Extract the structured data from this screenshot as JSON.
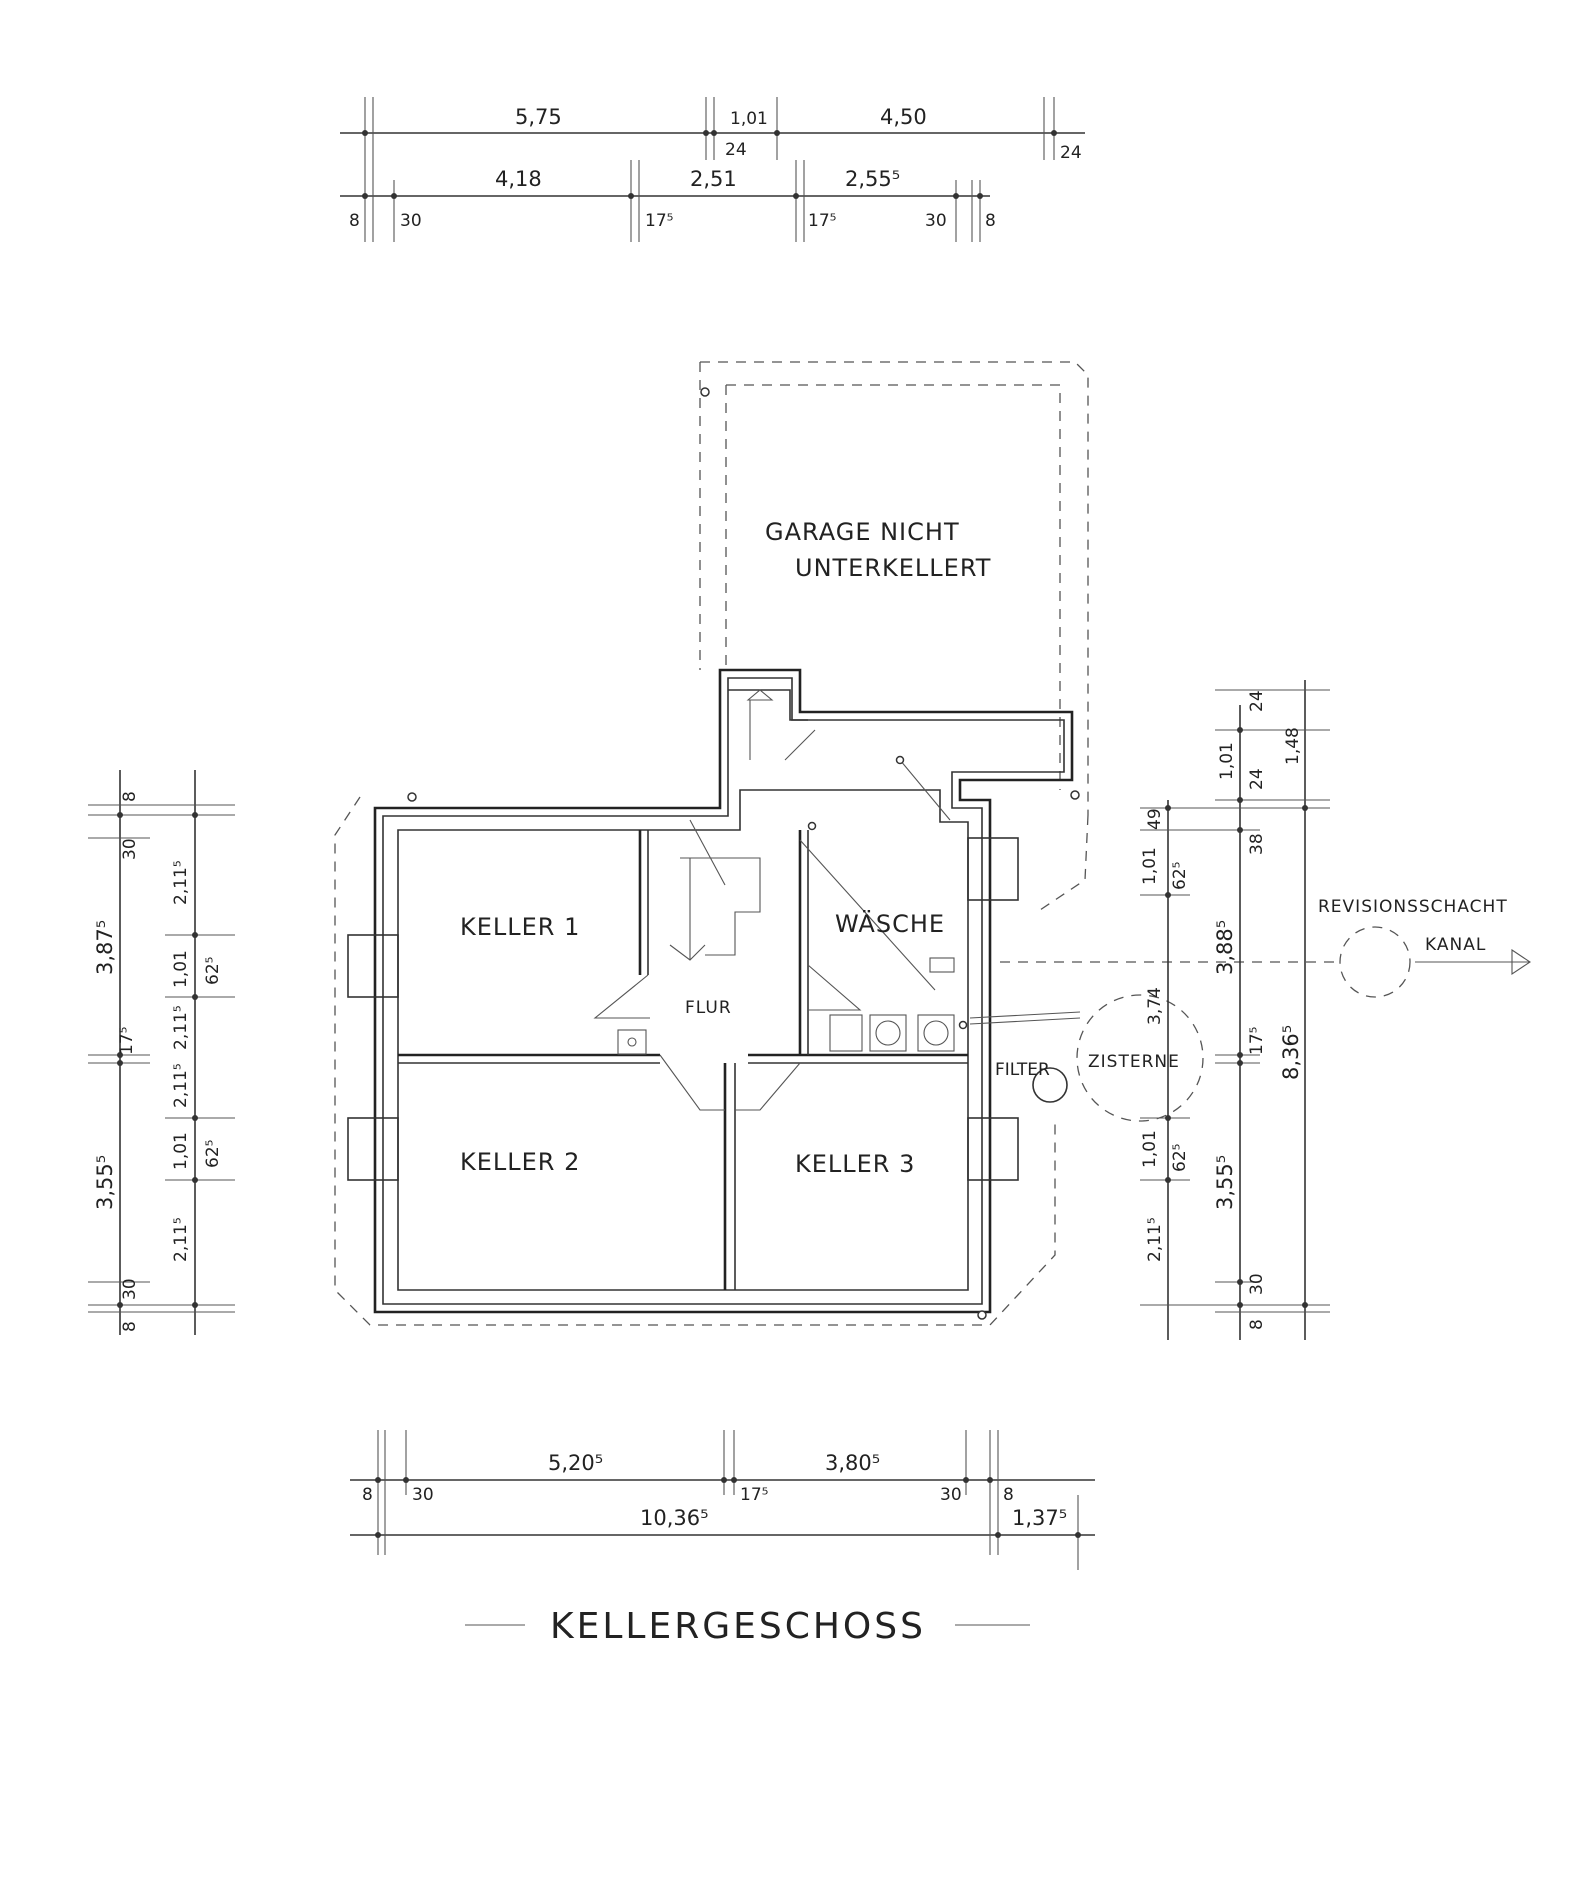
{
  "title": "KELLERGESCHOSS",
  "rooms": {
    "garage": [
      "GARAGE NICHT",
      "UNTERKELLERT"
    ],
    "keller1": "KELLER 1",
    "keller2": "KELLER 2",
    "keller3": "KELLER 3",
    "waesche": "WÄSCHE",
    "flur": "FLUR"
  },
  "outside": {
    "revision": "REVISIONSSCHACHT",
    "kanal": "KANAL",
    "zisterne": "ZISTERNE",
    "filter": "FILTER"
  },
  "dims_top": {
    "r1": [
      "5,75",
      "1,01",
      "4,50"
    ],
    "r1_small": [
      "24",
      "24"
    ],
    "r2": [
      "4,18",
      "2,51",
      "2,55⁵"
    ],
    "r2_small": [
      "8",
      "30",
      "17⁵",
      "17⁵",
      "30",
      "8"
    ]
  },
  "dims_left": {
    "outer": [
      "3,87⁵",
      "17⁵",
      "3,55⁵"
    ],
    "inner": [
      "2,11⁵",
      "1,01",
      "2,11⁵",
      "2,11⁵",
      "1,01",
      "2,11⁵"
    ],
    "small": [
      "8",
      "30",
      "62⁵",
      "62⁵",
      "30",
      "8"
    ]
  },
  "dims_right_inner": [
    "49",
    "1,01",
    "62⁵",
    "3,74",
    "1,01",
    "62⁵",
    "2,11⁵"
  ],
  "dims_right_outer": [
    "24",
    "1,01",
    "24",
    "1,48",
    "38",
    "3,88⁵",
    "17⁵",
    "8,36⁵",
    "3,55⁵",
    "30",
    "8"
  ],
  "dims_bottom": {
    "r1": [
      "5,20⁵",
      "3,80⁵"
    ],
    "r1_small": [
      "8",
      "30",
      "17⁵",
      "30",
      "8"
    ],
    "r2": [
      "10,36⁵",
      "1,37⁵"
    ]
  }
}
